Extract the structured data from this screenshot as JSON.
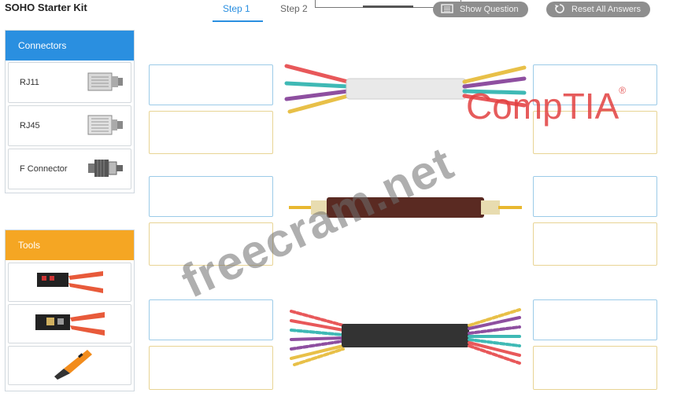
{
  "app_title": "SOHO Starter Kit",
  "tabs": [
    {
      "label": "Step 1",
      "active": true
    },
    {
      "label": "Step 2",
      "active": false
    }
  ],
  "buttons": {
    "show_question": "Show Question",
    "reset_all": "Reset All Answers"
  },
  "connectors_panel": {
    "title": "Connectors",
    "items": [
      {
        "label": "RJ11",
        "icon": "rj11-plug-icon"
      },
      {
        "label": "RJ45",
        "icon": "rj45-plug-icon"
      },
      {
        "label": "F Connector",
        "icon": "f-connector-icon"
      }
    ]
  },
  "tools_panel": {
    "title": "Tools",
    "items": [
      {
        "icon": "cable-stripper-icon"
      },
      {
        "icon": "crimper-icon"
      },
      {
        "icon": "punch-down-tool-icon"
      }
    ]
  },
  "watermark": "freecram.net",
  "brand_logo": "CompTIA",
  "colors": {
    "accent_blue": "#2a8fe0",
    "tools_orange": "#f5a623",
    "drop_blue_border": "#9ccbe8",
    "drop_yellow_border": "#e8d494",
    "button_gray": "#8e8e8e"
  }
}
